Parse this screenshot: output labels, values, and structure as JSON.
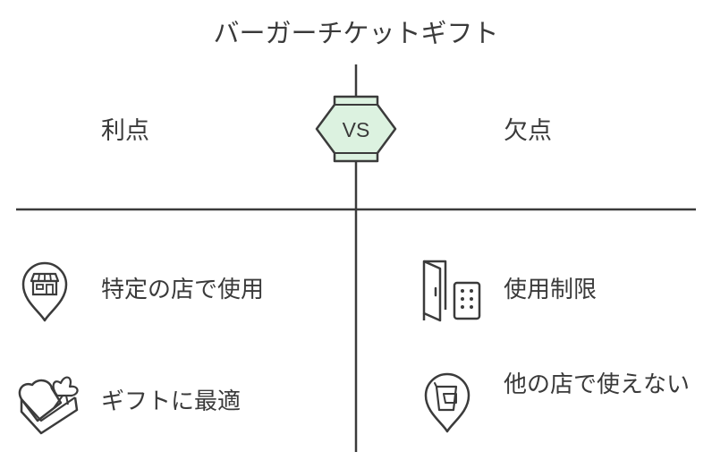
{
  "title": "バーガーチケットギフト",
  "vs_label": "VS",
  "colors": {
    "line": "#3b3b3b",
    "vs_fill": "#dcf2e0",
    "text": "#3a3a3a"
  },
  "left": {
    "header": "利点",
    "items": [
      {
        "icon": "store-location-icon",
        "text": "特定の店で使用"
      },
      {
        "icon": "gift-heart-box-icon",
        "text": "ギフトに最適"
      }
    ]
  },
  "right": {
    "header": "欠点",
    "items": [
      {
        "icon": "door-keypad-icon",
        "text": "使用制限"
      },
      {
        "icon": "cup-location-icon",
        "text": "他の店で使えない"
      }
    ]
  }
}
